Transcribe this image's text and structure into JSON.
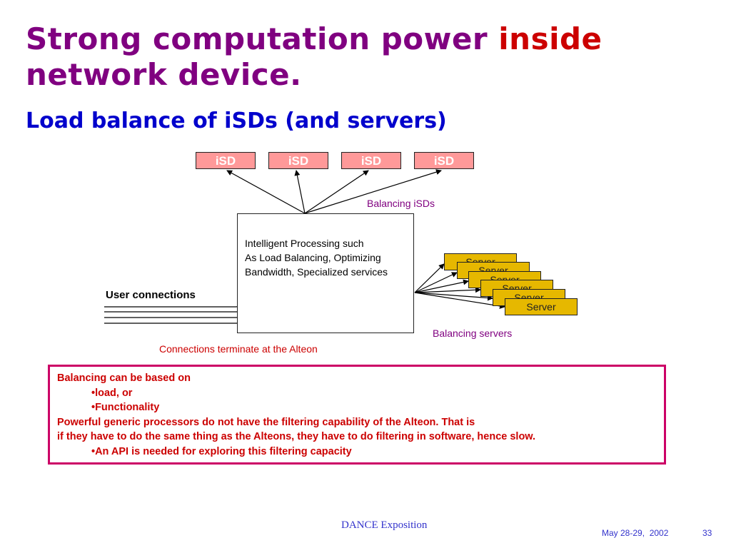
{
  "title": {
    "line1_main": "Strong computation power ",
    "line1_highlight": "inside",
    "line2": "network device."
  },
  "subtitle": "Load balance of iSDs (and servers)",
  "diagram": {
    "isd_boxes": [
      "iSD",
      "iSD",
      "iSD",
      "iSD"
    ],
    "balancing_isds_label": "Balancing iSDs",
    "processing_lines": [
      "Intelligent Processing such",
      "As Load Balancing, Optimizing",
      "Bandwidth, Specialized services"
    ],
    "user_connections_label": "User connections",
    "servers": [
      "Server",
      "Server",
      "Server",
      "Server",
      "Server",
      "Server"
    ],
    "balancing_servers_label": "Balancing servers",
    "connections_terminate_label": "Connections terminate at the Alteon"
  },
  "notes": [
    "Balancing can be based on",
    "•load, or",
    "•Functionality",
    "Powerful generic processors do not have the filtering capability of the Alteon. That is",
    "if they have to do the same thing as the Alteons, they have to do filtering in software, hence slow.",
    "•An API is needed for exploring this filtering capacity"
  ],
  "footer": {
    "center": "DANCE Exposition",
    "date": "May 28-29,  2002",
    "page": "33"
  },
  "colors": {
    "title": "#800080",
    "highlight": "#cc0000",
    "subtitle": "#0000cc",
    "isd_fill": "#ff9999",
    "server_fill": "#e6b800",
    "note_border": "#cc0066",
    "note_text": "#cc0000",
    "footer": "#3333cc"
  }
}
